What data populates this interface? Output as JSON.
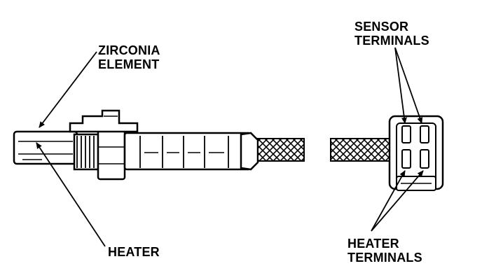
{
  "labels": {
    "zirconia_element": [
      "ZIRCONIA",
      "ELEMENT"
    ],
    "heater": "HEATER",
    "sensor_terminals": [
      "SENSOR",
      "TERMINALS"
    ],
    "heater_terminals": [
      "HEATER",
      "TERMINALS"
    ]
  },
  "colors": {
    "ink": "#000000",
    "paper": "#ffffff"
  }
}
